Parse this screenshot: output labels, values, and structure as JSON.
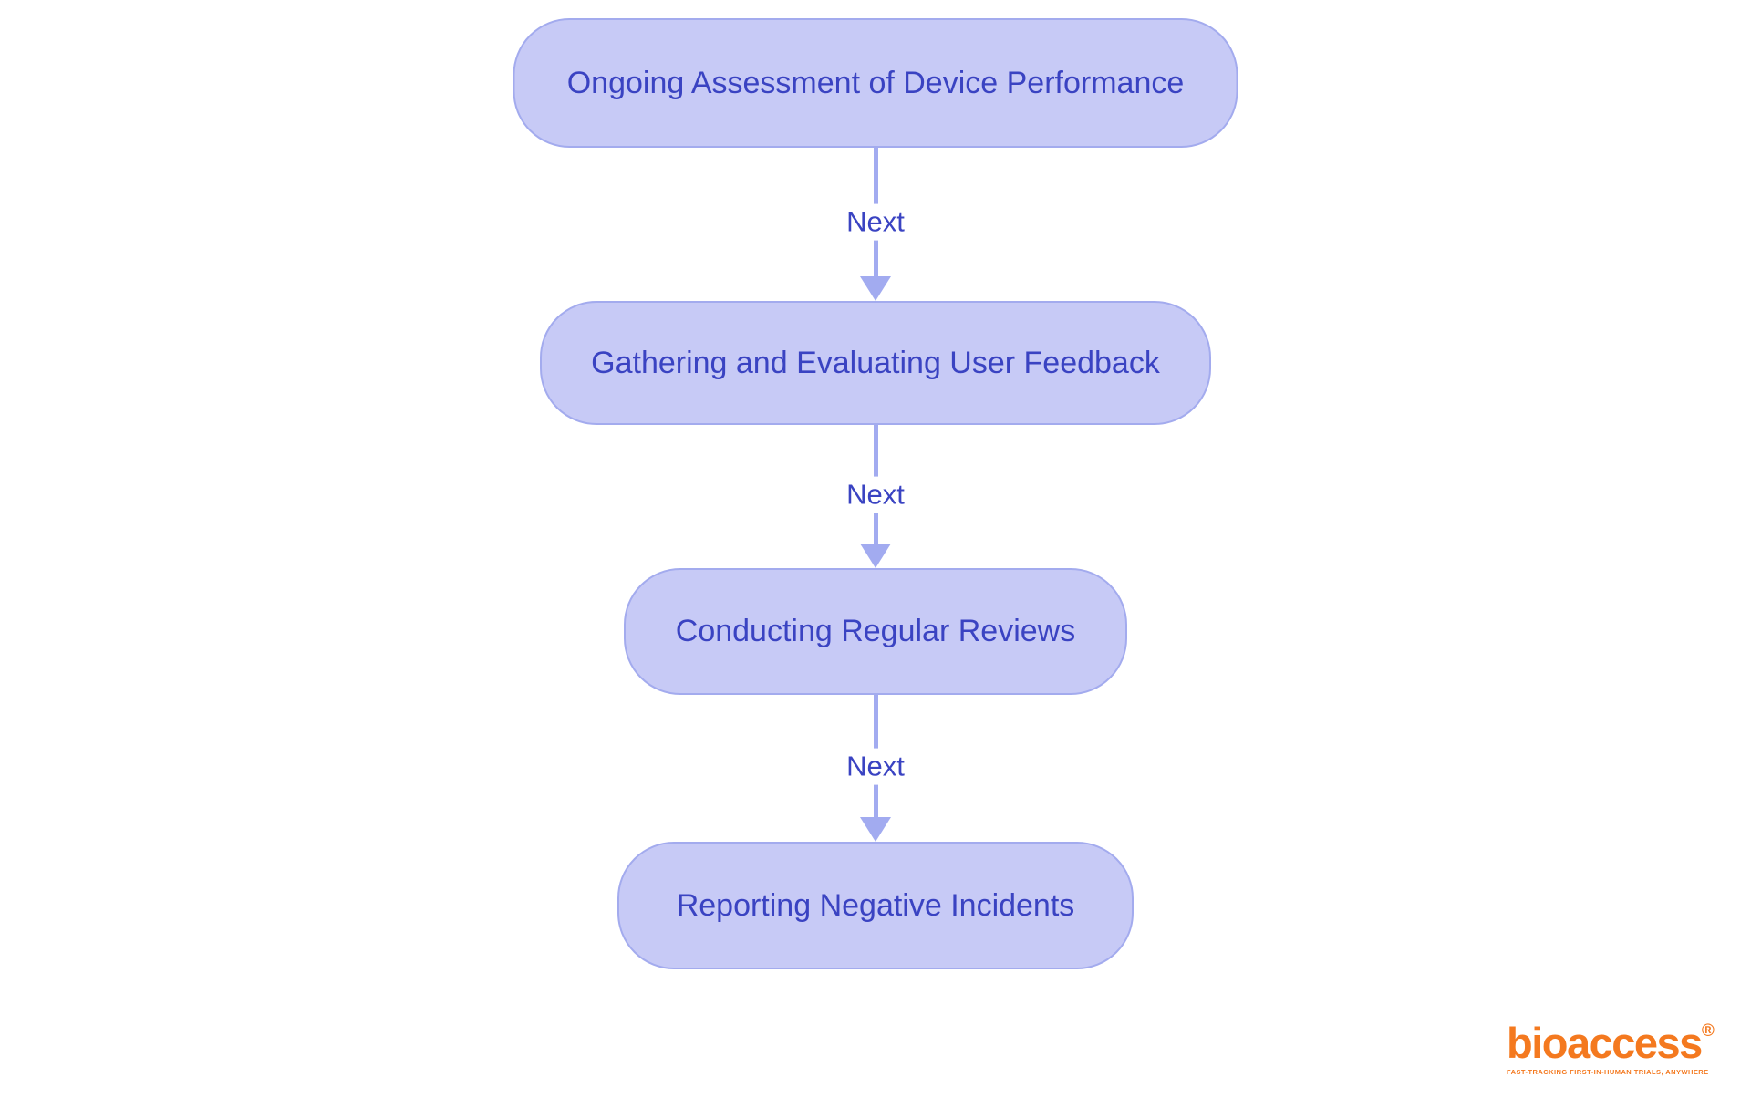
{
  "flowchart": {
    "type": "vertical-process-flow",
    "nodes": [
      {
        "id": "node-1",
        "label": "Ongoing Assessment of Device Performance"
      },
      {
        "id": "node-2",
        "label": "Gathering and Evaluating User Feedback"
      },
      {
        "id": "node-3",
        "label": "Conducting Regular Reviews"
      },
      {
        "id": "node-4",
        "label": "Reporting Negative Incidents"
      }
    ],
    "edges": [
      {
        "from": "node-1",
        "to": "node-2",
        "label": "Next"
      },
      {
        "from": "node-2",
        "to": "node-3",
        "label": "Next"
      },
      {
        "from": "node-3",
        "to": "node-4",
        "label": "Next"
      }
    ],
    "colors": {
      "background": "#ffffff",
      "node_fill": "#c7caf6",
      "node_border": "#a3abee",
      "node_text": "#3a43c2",
      "edge_line": "#a2abf0",
      "edge_arrowhead": "#a2abf0",
      "edge_label_text": "#3a43c2"
    }
  },
  "branding": {
    "logo_text": "bioaccess",
    "registered_mark": "®",
    "tagline": "FAST-TRACKING FIRST-IN-HUMAN TRIALS, ANYWHERE",
    "logo_color": "#f4791f"
  }
}
